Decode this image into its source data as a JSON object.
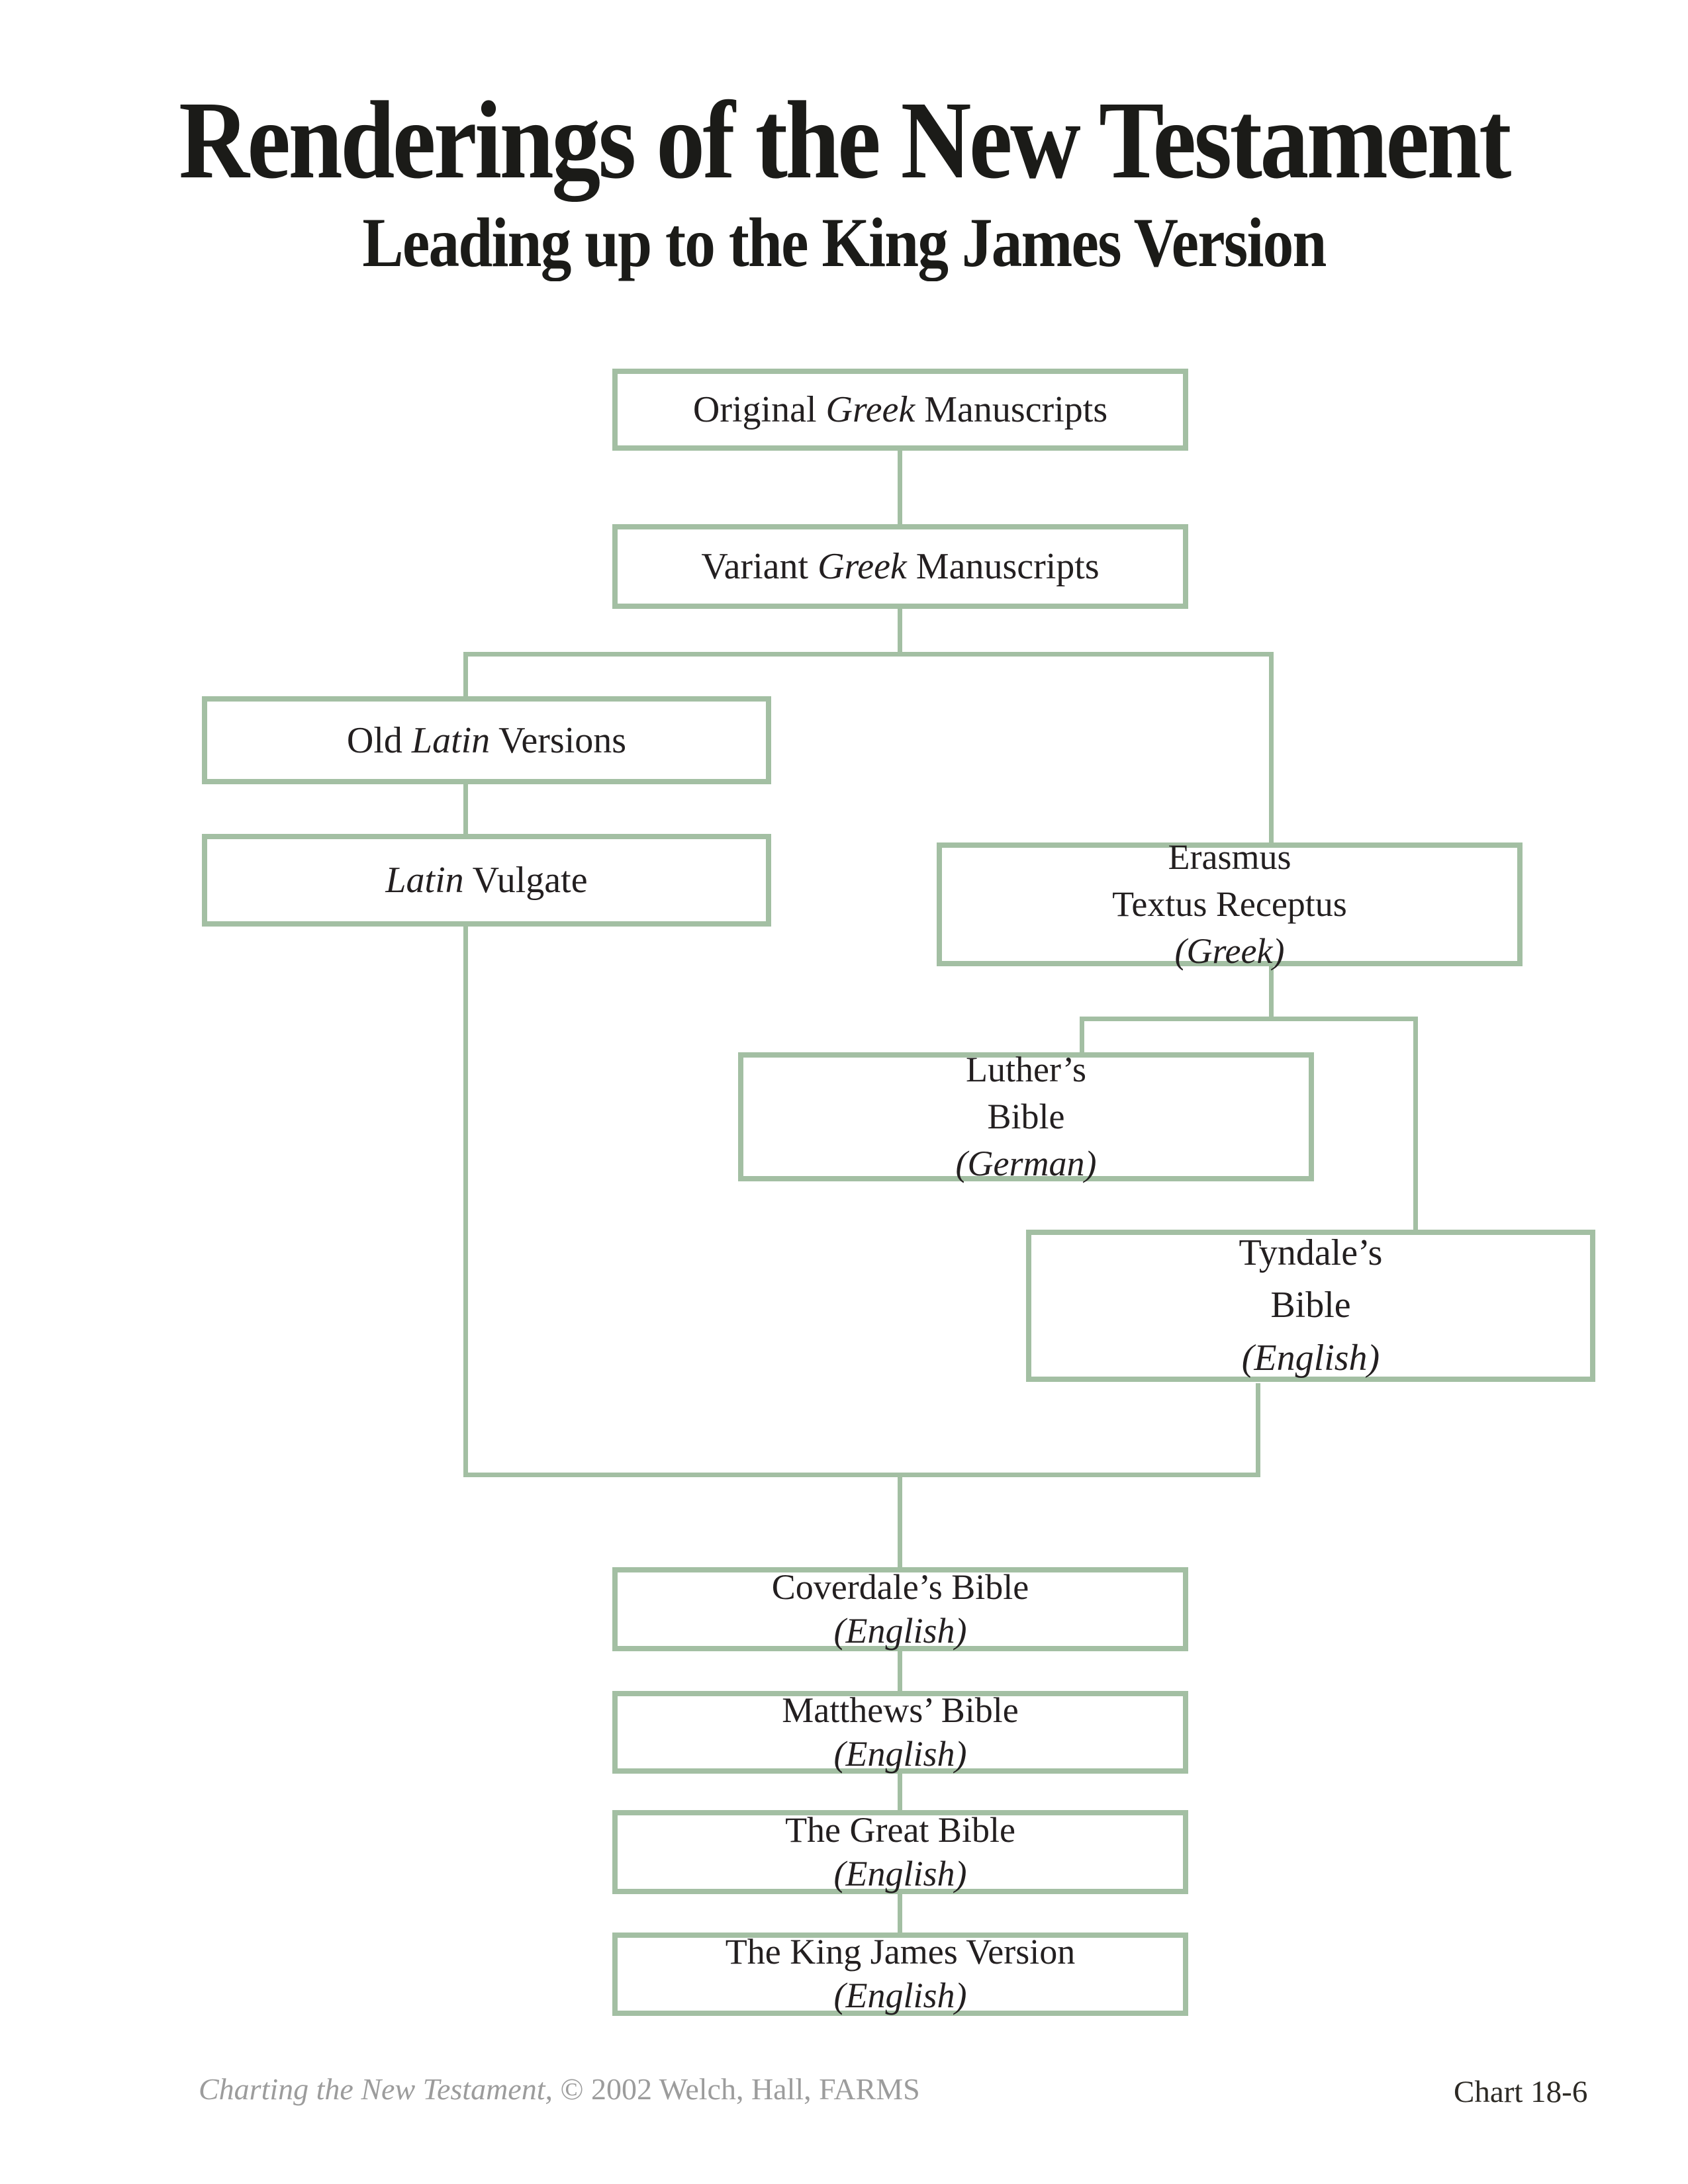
{
  "page": {
    "title": "Renderings of the New Testament",
    "subtitle": "Leading up to the King James Version",
    "footer_left_italic": "Charting the New Testament,",
    "footer_left_rest": " © 2002 Welch, Hall, FARMS",
    "footer_right": "Chart 18-6"
  },
  "colors": {
    "box_border_green": "#a3bfa3",
    "connector_green": "#a3bfa3",
    "text_dark": "#231f20",
    "title_black": "#1b1b18",
    "footer_gray": "#9c9c9c",
    "footer_right_dark": "#2d2a25"
  },
  "boxes": {
    "original_greek": {
      "lines": [
        {
          "segs": [
            {
              "text": "Original "
            },
            {
              "text": "Greek",
              "italic": true
            },
            {
              "text": " Manuscripts"
            }
          ]
        }
      ]
    },
    "variant_greek": {
      "lines": [
        {
          "segs": [
            {
              "text": "Variant "
            },
            {
              "text": "Greek",
              "italic": true
            },
            {
              "text": " Manuscripts"
            }
          ]
        }
      ]
    },
    "old_latin": {
      "lines": [
        {
          "segs": [
            {
              "text": "Old "
            },
            {
              "text": "Latin",
              "italic": true
            },
            {
              "text": " Versions"
            }
          ]
        }
      ]
    },
    "latin_vulgate": {
      "lines": [
        {
          "segs": [
            {
              "text": "Latin",
              "italic": true
            },
            {
              "text": " Vulgate"
            }
          ]
        }
      ]
    },
    "erasmus": {
      "lines": [
        {
          "segs": [
            {
              "text": "Erasmus"
            }
          ]
        },
        {
          "segs": [
            {
              "text": "Textus Receptus"
            }
          ]
        },
        {
          "segs": [
            {
              "text": "(Greek)",
              "italic": true
            }
          ]
        }
      ]
    },
    "luther": {
      "lines": [
        {
          "segs": [
            {
              "text": "Luther’s"
            }
          ]
        },
        {
          "segs": [
            {
              "text": "Bible"
            }
          ]
        },
        {
          "segs": [
            {
              "text": "(German)",
              "italic": true
            }
          ]
        }
      ]
    },
    "tyndale": {
      "lines": [
        {
          "segs": [
            {
              "text": "Tyndale’s"
            }
          ]
        },
        {
          "segs": [
            {
              "text": "Bible"
            }
          ]
        },
        {
          "segs": [
            {
              "text": "(English)",
              "italic": true
            }
          ]
        }
      ]
    },
    "coverdale": {
      "lines": [
        {
          "segs": [
            {
              "text": "Coverdale’s Bible"
            }
          ]
        },
        {
          "segs": [
            {
              "text": "(English)",
              "italic": true
            }
          ]
        }
      ]
    },
    "matthews": {
      "lines": [
        {
          "segs": [
            {
              "text": "Matthews’ Bible"
            }
          ]
        },
        {
          "segs": [
            {
              "text": "(English)",
              "italic": true
            }
          ]
        }
      ]
    },
    "great_bible": {
      "lines": [
        {
          "segs": [
            {
              "text": "The Great Bible"
            }
          ]
        },
        {
          "segs": [
            {
              "text": "(English)",
              "italic": true
            }
          ]
        }
      ]
    },
    "kjv": {
      "lines": [
        {
          "segs": [
            {
              "text": "The King James Version"
            }
          ]
        },
        {
          "segs": [
            {
              "text": "(English)",
              "italic": true
            }
          ]
        }
      ]
    }
  }
}
